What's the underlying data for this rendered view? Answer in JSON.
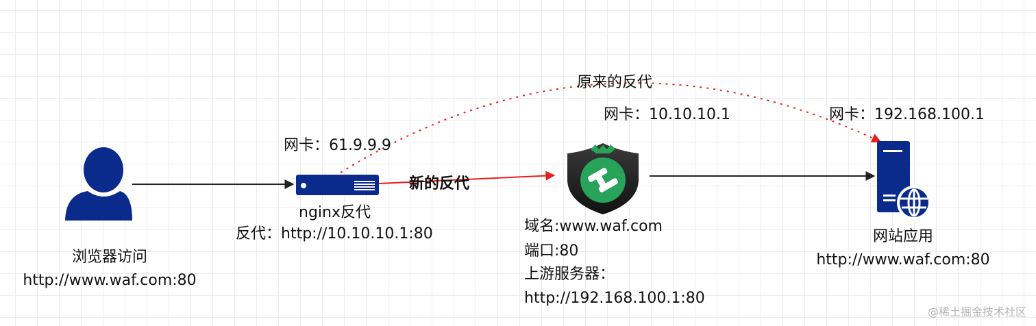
{
  "colors": {
    "device_blue": "#0a2a8c",
    "shield_dark": "#222222",
    "shield_green": "#27a35a",
    "arrow_black": "#222222",
    "arrow_red": "#e41e1e"
  },
  "nodes": {
    "browser": {
      "icon": "user-icon",
      "label": "浏览器访问",
      "url": "http://www.waf.com:80"
    },
    "nginx": {
      "icon": "router-icon",
      "nic": "网卡：61.9.9.9",
      "label": "nginx反代",
      "proxy": "反代：http://10.10.10.1:80"
    },
    "waf": {
      "icon": "shield-icon",
      "nic": "网卡：10.10.10.1",
      "domain": "域名:www.waf.com",
      "port": "端口:80",
      "upstream_label": "上游服务器：",
      "upstream_url": "http://192.168.100.1:80"
    },
    "webapp": {
      "icon": "web-server-icon",
      "nic": "网卡：192.168.100.1",
      "label": "网站应用",
      "url": "http://www.waf.com:80"
    }
  },
  "edges": {
    "original_proxy_label": "原来的反代",
    "new_proxy_label": "新的反代"
  },
  "watermark": "@稀土掘金技术社区"
}
